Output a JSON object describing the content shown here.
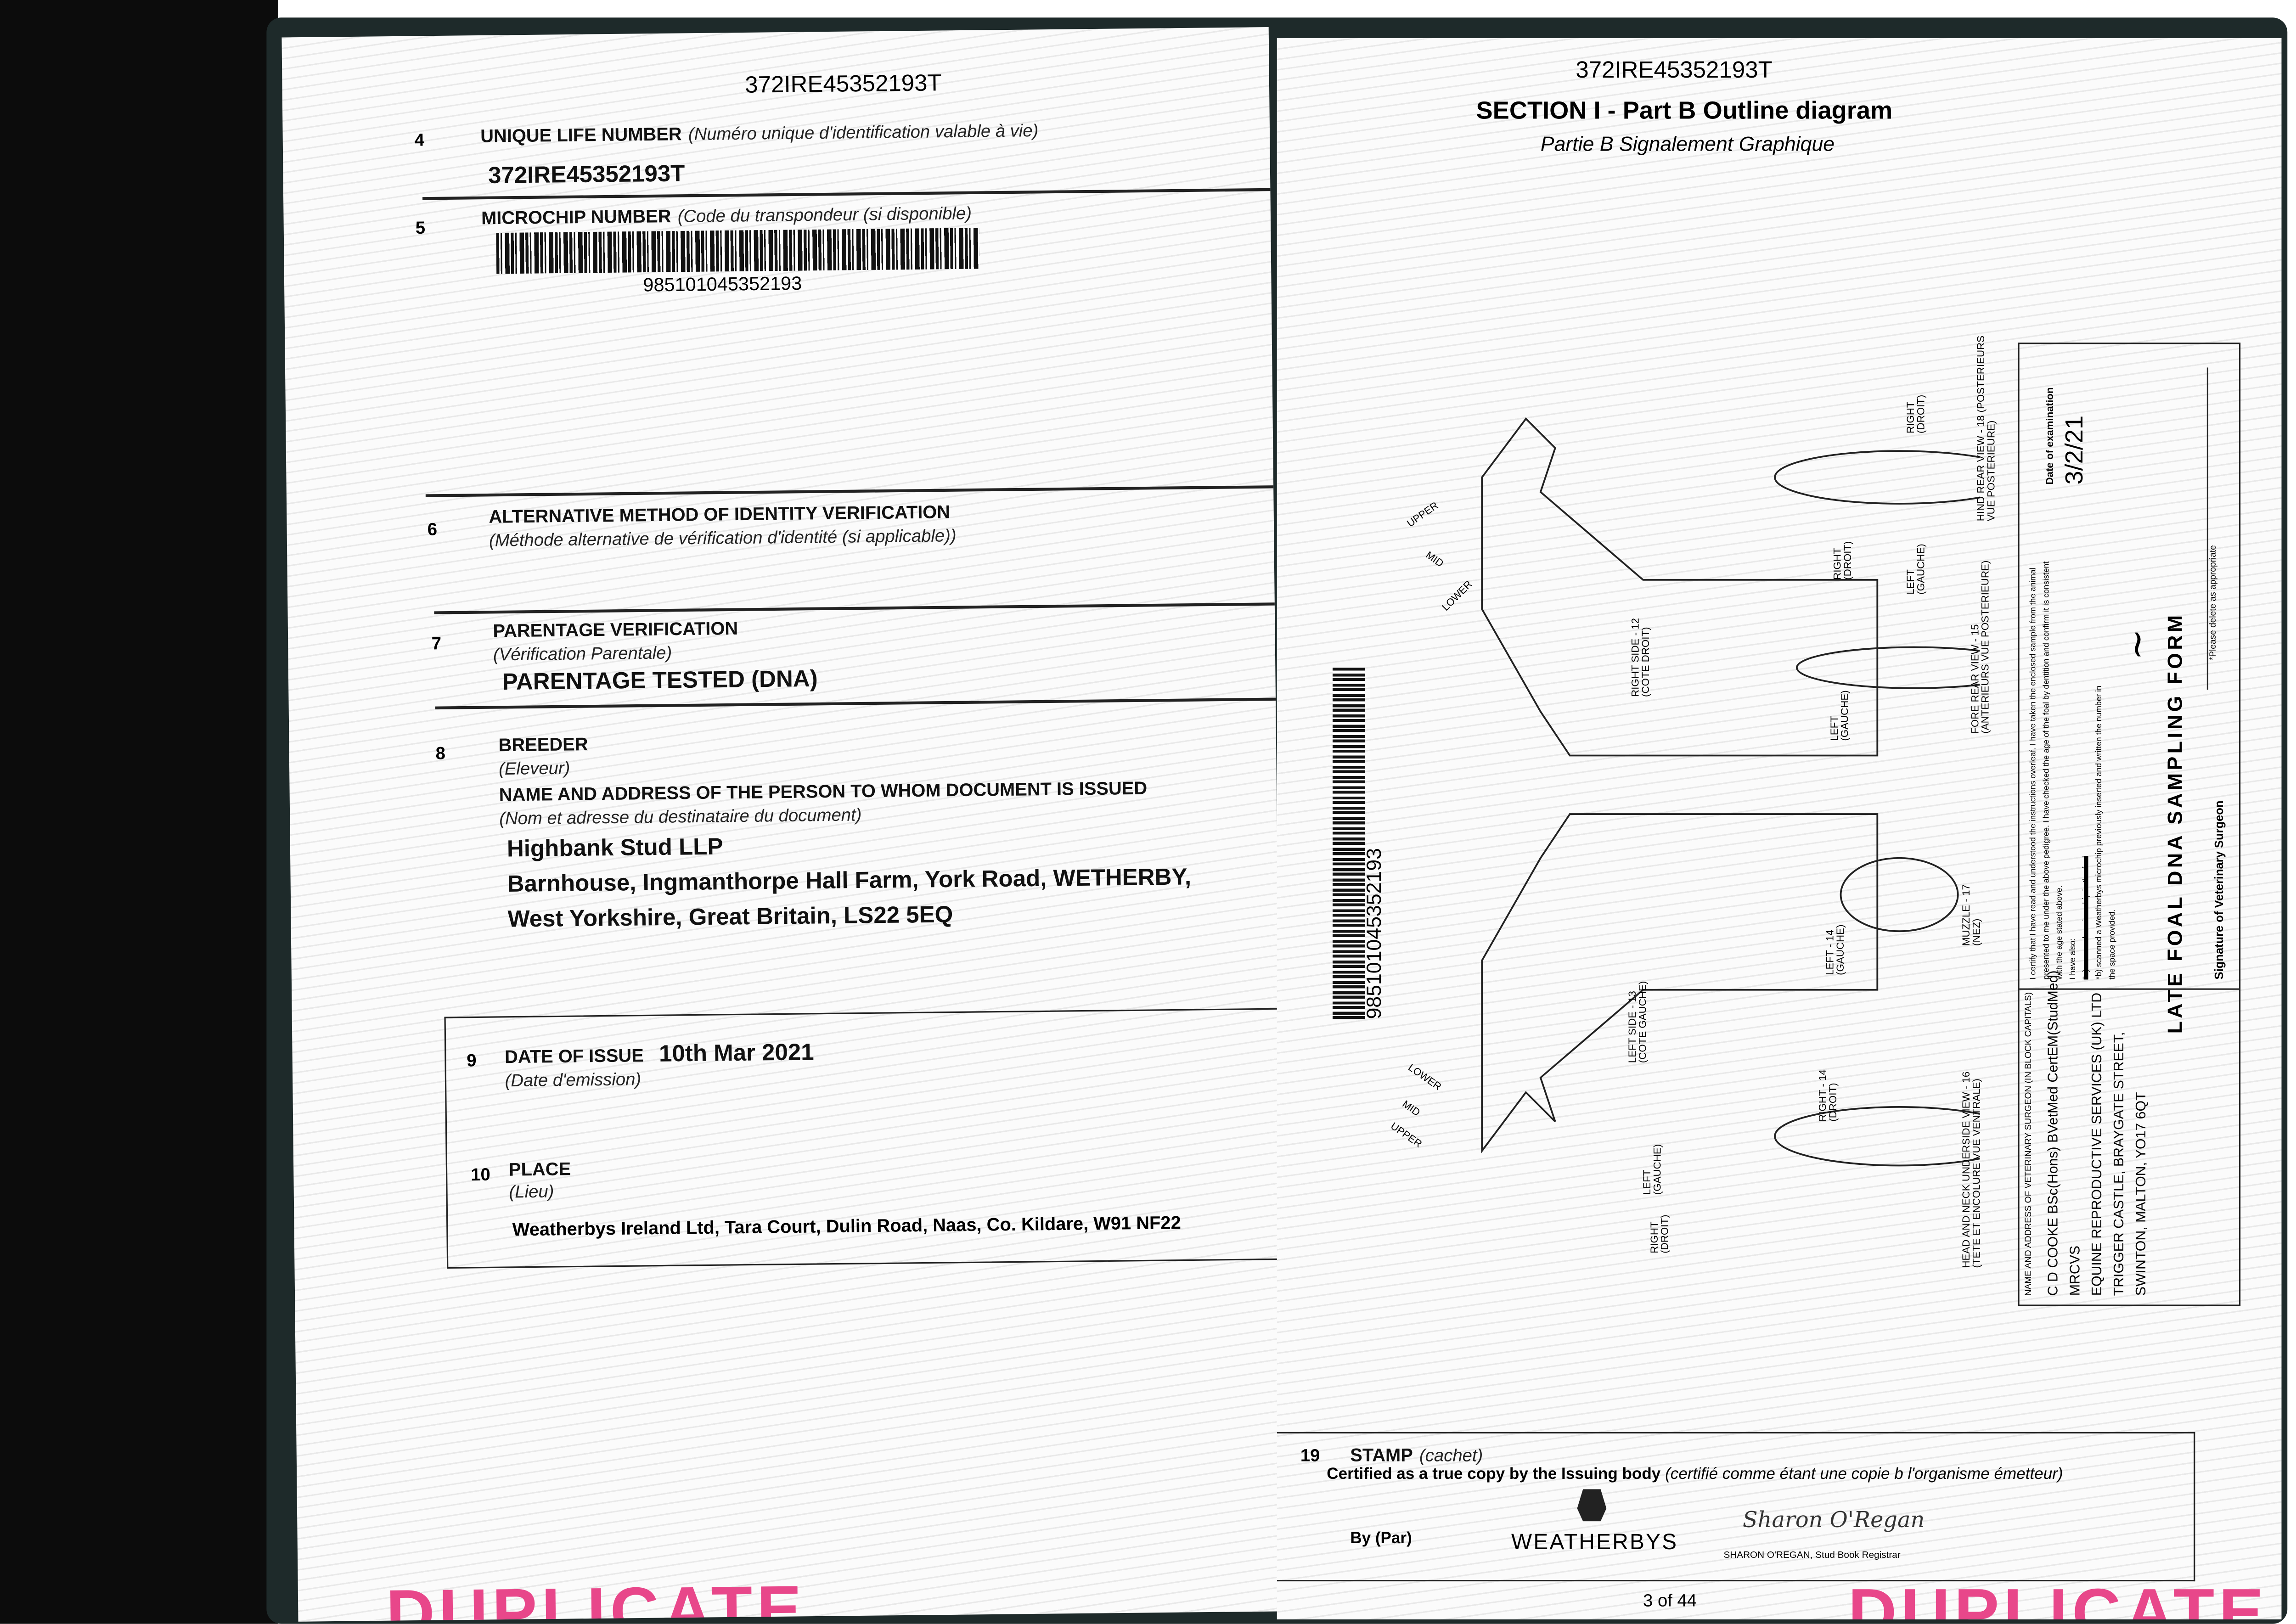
{
  "left_page": {
    "header_id": "372IRE45352193T",
    "sections": [
      {
        "num": "4",
        "label": "UNIQUE LIFE NUMBER",
        "label_fr": "(Numéro unique d'identification valable à vie)",
        "value": "372IRE45352193T"
      },
      {
        "num": "5",
        "label": "MICROCHIP NUMBER",
        "label_fr": "(Code du transpondeur (si disponible)",
        "value": "985101045352193"
      },
      {
        "num": "6",
        "label": "ALTERNATIVE METHOD OF IDENTITY VERIFICATION",
        "label_fr": "(Méthode alternative de vérification d'identité (si applicable))"
      },
      {
        "num": "7",
        "label": "PARENTAGE VERIFICATION",
        "label_fr": "(Vérification Parentale)",
        "value": "PARENTAGE TESTED (DNA)"
      },
      {
        "num": "8",
        "label": "BREEDER",
        "label_fr": "(Eleveur)",
        "label2": "NAME AND ADDRESS OF THE PERSON TO WHOM DOCUMENT IS ISSUED",
        "label2_fr": "(Nom et adresse du destinataire du document)",
        "value_lines": [
          "Highbank Stud LLP",
          "Barnhouse, Ingmanthorpe Hall Farm, York Road, WETHERBY,",
          "West Yorkshire, Great Britain, LS22 5EQ"
        ]
      },
      {
        "num": "9",
        "label": "DATE OF ISSUE",
        "label_fr": "(Date d'emission)",
        "value": "10th Mar 2021"
      },
      {
        "num": "10",
        "label": "PLACE",
        "label_fr": "(Lieu)",
        "value": "Weatherbys Ireland Ltd, Tara Court, Dulin Road, Naas, Co. Kildare, W91 NF22"
      }
    ],
    "watermark": "DUPLICATE"
  },
  "right_page": {
    "header_id": "372IRE45352193T",
    "title": "SECTION I - Part B Outline diagram",
    "subtitle": "Partie B Signalement Graphique",
    "barcode_number": "985101045352193",
    "diagram_labels": {
      "upper": "UPPER",
      "mid": "MID",
      "lower": "LOWER",
      "right_side": "RIGHT SIDE - 12",
      "right_side_fr": "(COTE DROIT)",
      "left_side": "LEFT SIDE - 13",
      "left_side_fr": "(COTE GAUCHE)",
      "right": "RIGHT",
      "right_fr": "(DROIT)",
      "left": "LEFT",
      "left_fr": "(GAUCHE)",
      "left14": "LEFT - 14",
      "left14_fr": "(GAUCHE)",
      "right14": "RIGHT - 14",
      "right14_fr": "(DROIT)",
      "head_view": "HEAD AND NECK UNDERSIDE VIEW - 16",
      "head_view_fr": "(TETE ET ENCOLURE VUE VENTRALE)",
      "muzzle": "MUZZLE - 17",
      "muzzle_fr": "(NEZ)",
      "fore_rear": "FORE REAR VIEW - 15",
      "fore_rear_fr": "(ANTERIEURS VUE POSTERIEURE)",
      "hind_rear": "HIND REAR VIEW - 18 (POSTERIEURS",
      "hind_rear_fr": "VUE POSTERIEURE)"
    },
    "vet": {
      "name_label": "NAME AND ADDRESS OF VETERINARY SURGEON (IN BLOCK CAPITALS)",
      "lines": [
        "C D COOKE BSc(Hons) BVetMed CertEM(StudMed)",
        "MRCVS",
        "EQUINE REPRODUCTIVE SERVICES (UK) LTD",
        "TRIGGER CASTLE, BRAYGATE STREET,",
        "SWINTON, MALTON, YO17 6QT"
      ],
      "certify_lines": [
        "I certify that I have read and understood the instructions overleaf. I have taken the enclosed sample from the animal",
        "presented to me under the above pedigree. I have checked the age of the foal by dentition and confirm it is consistent",
        "with the age stated above.",
        "I have also:",
        "*a) scanned a microchip in the foal",
        "*b) scanned a Weatherbys microchip previously inserted and written the number in",
        "the space provided."
      ],
      "date_label": "Date of examination",
      "date_value": "3/2/21",
      "signature_label": "Signature of Veterinary Surgeon",
      "delete_note": "*Please delete as appropriate",
      "form_title": "LATE FOAL DNA SAMPLING FORM"
    },
    "stamp": {
      "num": "19",
      "label": "STAMP",
      "label_fr": "(cachet)",
      "certified": "Certified as a true copy by the Issuing body",
      "certified_fr": "(certifié comme étant une copie b l'organisme émetteur)",
      "by": "By (Par)",
      "logo": "WEATHERBYS",
      "signature": "Sharon O'Regan",
      "signatory": "SHARON O'REGAN, Stud Book Registrar"
    },
    "page_number": "3 of 44",
    "watermark": "DUPLICATE"
  }
}
